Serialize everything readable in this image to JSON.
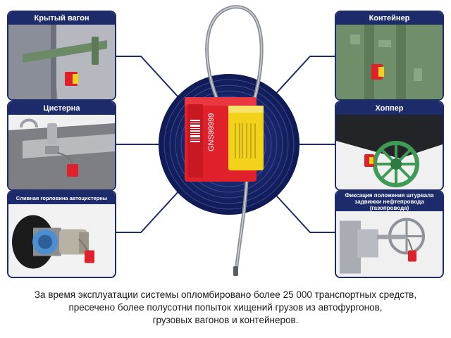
{
  "panels": {
    "covered_wagon": "Крытый вагон",
    "container": "Контейнер",
    "tank": "Цистерна",
    "hopper": "Хоппер",
    "drain_neck": "Сливная горловина автоцистерны",
    "valve_fixation": "Фиксация положения штурвала задвижки нефтепровода (газопровода)"
  },
  "seal": {
    "code": "GNS99999",
    "barcode_text": "GNS99999"
  },
  "caption": {
    "line1": "За время эксплуатации системы опломбировано более 25 000 транспортных средств,",
    "line2": "пресечено более полусотни попыток хищений грузов из автофургонов,",
    "line3": "грузовых вагонов и контейнеров."
  },
  "colors": {
    "frame_navy": "#1d2b6b",
    "seal_red": "#e0202a",
    "seal_yellow": "#f2d21a",
    "wagon_green": "#6f8f6a",
    "wheel_green": "#3f9a55"
  }
}
